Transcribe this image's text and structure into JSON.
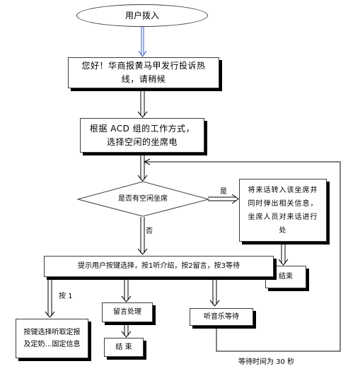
{
  "nodes": {
    "start": "用户拨入",
    "greeting": "您好！华商报黄马甲发行投诉热线，请稍候",
    "acd": "根据 ACD 组的工作方式，选择空闲的坐席电",
    "decision": "是否有空闲坐席",
    "transfer": "将来话转入该坐席并同时弹出相关信息，坐席人员对来话进行处",
    "end_right": "结束",
    "prompt": "提示用户按键选择，按1听介绍，按2留言，按3等待",
    "key_info": "按键选择听取定报及定奶…固定信息",
    "voicemail": "留言处理",
    "end_bottom": "结 束",
    "music": "听音乐等待"
  },
  "edge_labels": {
    "yes": "是",
    "no": "否",
    "press1": "按 1",
    "timeout": "等待时间为 30 秒"
  },
  "colors": {
    "border": "#3e3e3e",
    "line": "#000000",
    "first_arrow": "#5a78c8"
  }
}
